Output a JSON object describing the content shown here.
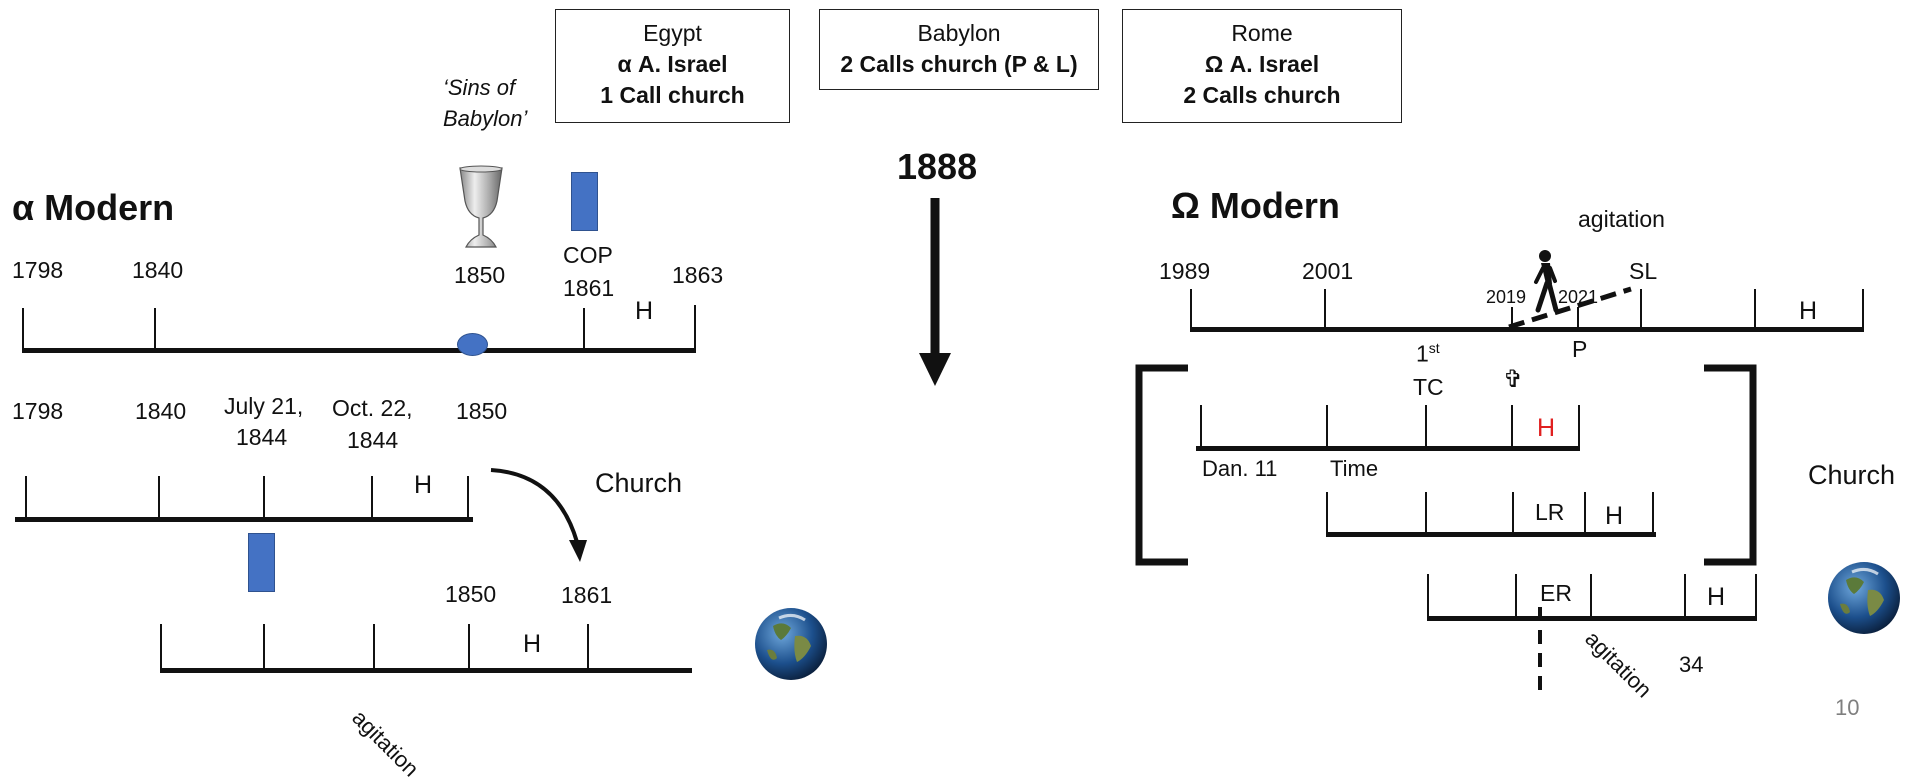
{
  "boxes": {
    "egypt": {
      "title": "Egypt",
      "line1": "α  A. Israel",
      "line2": "1 Call church"
    },
    "babylon": {
      "title": "Babylon",
      "line1": "2 Calls church (P & L)"
    },
    "rome": {
      "title": "Rome",
      "line1": "Ω  A. Israel",
      "line2": "2 Calls church"
    }
  },
  "center": {
    "year": "1888"
  },
  "alpha": {
    "heading": "α  Modern",
    "sins_line1": "‘Sins of",
    "sins_line2": "Babylon’",
    "top": {
      "y1798": "1798",
      "y1840": "1840",
      "y1850": "1850",
      "cop": "COP",
      "y1861": "1861",
      "y1863": "1863",
      "h": "H"
    },
    "mid": {
      "y1798": "1798",
      "y1840": "1840",
      "july_a": "July 21,",
      "july_b": "1844",
      "oct_a": "Oct. 22,",
      "oct_b": "1844",
      "y1850": "1850",
      "h": "H"
    },
    "church": "Church",
    "low": {
      "y1850": "1850",
      "y1861": "1861",
      "h": "H",
      "agitation": "agitation"
    }
  },
  "omega": {
    "heading": "Ω  Modern",
    "agitation_top": "agitation",
    "top": {
      "y1989": "1989",
      "y2001": "2001",
      "y2019": "2019",
      "y2021": "2021",
      "sl": "SL",
      "h": "H",
      "p": "P",
      "first": "1",
      "first_sup": "st",
      "tc": "TC"
    },
    "cross": "✞",
    "row1": {
      "h": "H",
      "dan": "Dan. 11",
      "time": "Time"
    },
    "row2": {
      "lr": "LR",
      "h": "H"
    },
    "church": "Church",
    "row3": {
      "er": "ER",
      "h": "H",
      "agitation": "agitation",
      "n34": "34"
    }
  },
  "page_number": "10",
  "colors": {
    "accent_blue": "#4472C4",
    "red": "#E02020",
    "line": "#111111"
  }
}
